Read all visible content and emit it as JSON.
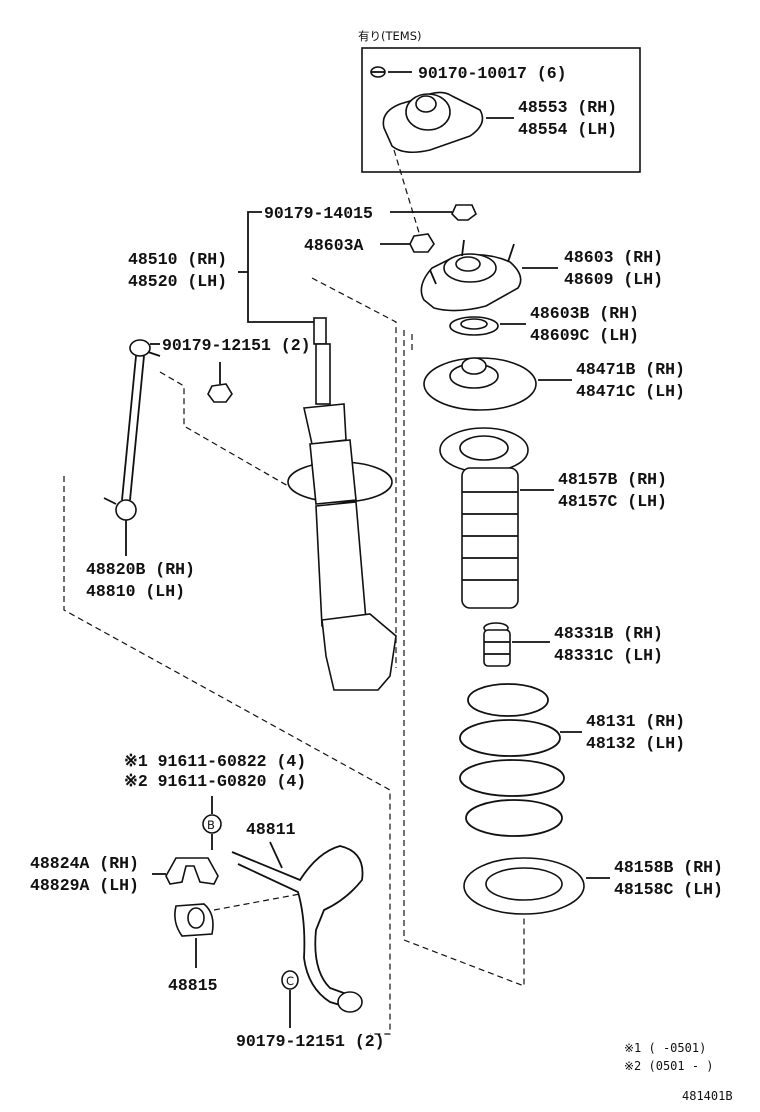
{
  "box": {
    "caption": "有り(TEMS)"
  },
  "parts": {
    "p9017010017": "90170-10017 (6)",
    "p48553": "48553 (RH)",
    "p48554": "48554 (LH)",
    "p9017914015": "90179-14015",
    "p48603a": "48603A",
    "p48510": "48510 (RH)",
    "p48520": "48520 (LH)",
    "p48603": "48603 (RH)",
    "p48609": "48609 (LH)",
    "p48603b": "48603B (RH)",
    "p48609c": "48609C (LH)",
    "p9017912151a": "90179-12151 (2)",
    "p48471b": "48471B (RH)",
    "p48471c": "48471C (LH)",
    "p48157b": "48157B (RH)",
    "p48157c": "48157C (LH)",
    "p48820b": "48820B (RH)",
    "p48810": "48810 (LH)",
    "p48331b": "48331B (RH)",
    "p48331c": "48331C (LH)",
    "p48131": "48131 (RH)",
    "p48132": "48132 (LH)",
    "n1": "※1 91611-60822 (4)",
    "n2": "※2 91611-G0820 (4)",
    "p48811": "48811",
    "p48824a": "48824A (RH)",
    "p48829a": "48829A (LH)",
    "p48158b": "48158B (RH)",
    "p48158c": "48158C (LH)",
    "p48815": "48815",
    "p9017912151b": "90179-12151 (2)",
    "markerB": "B",
    "markerC": "C"
  },
  "footnotes": {
    "f1": "※1 (      -0501)",
    "f2": "※2 (0501 -      )"
  },
  "figure_id": "481401B"
}
